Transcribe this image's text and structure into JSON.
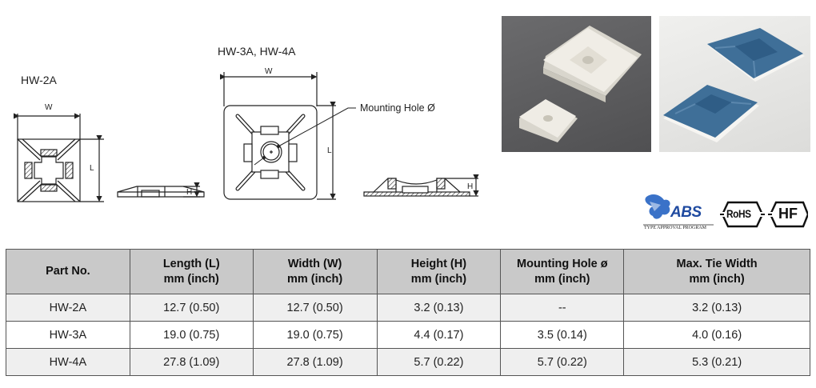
{
  "diagrams": {
    "hw2a": {
      "title": "HW-2A",
      "dim_w": "W",
      "dim_l": "L",
      "dim_h": "H"
    },
    "hw3a4a": {
      "title": "HW-3A, HW-4A",
      "dim_w": "W",
      "dim_l": "L",
      "dim_h": "H",
      "callout": "Mounting Hole Ø"
    }
  },
  "photos": [
    {
      "name": "white-cable-tie-mounts-photo",
      "background": "#5e5e60",
      "item_color": "#ece9e1"
    },
    {
      "name": "blue-cable-tie-mounts-photo",
      "background": "#e6e6e4",
      "item_color": "#3f6f98"
    }
  ],
  "certifications": {
    "abs": {
      "label": "ABS",
      "sub": "TYPE APPROVAL PROGRAM",
      "color": "#1f4aa0"
    },
    "rohs": {
      "label": "RoHS"
    },
    "hf": {
      "label": "HF"
    }
  },
  "table": {
    "headers": [
      {
        "line1": "Part No.",
        "line2": ""
      },
      {
        "line1": "Length (L)",
        "line2": "mm (inch)"
      },
      {
        "line1": "Width (W)",
        "line2": "mm (inch)"
      },
      {
        "line1": "Height (H)",
        "line2": "mm (inch)"
      },
      {
        "line1": "Mounting Hole ø",
        "line2": "mm (inch)"
      },
      {
        "line1": "Max. Tie Width",
        "line2": "mm (inch)"
      }
    ],
    "rows": [
      [
        "HW-2A",
        "12.7 (0.50)",
        "12.7 (0.50)",
        "3.2 (0.13)",
        "--",
        "3.2 (0.13)"
      ],
      [
        "HW-3A",
        "19.0 (0.75)",
        "19.0 (0.75)",
        "4.4 (0.17)",
        "3.5 (0.14)",
        "4.0 (0.16)"
      ],
      [
        "HW-4A",
        "27.8 (1.09)",
        "27.8 (1.09)",
        "5.7 (0.22)",
        "5.7 (0.22)",
        "5.3 (0.21)"
      ]
    ]
  }
}
